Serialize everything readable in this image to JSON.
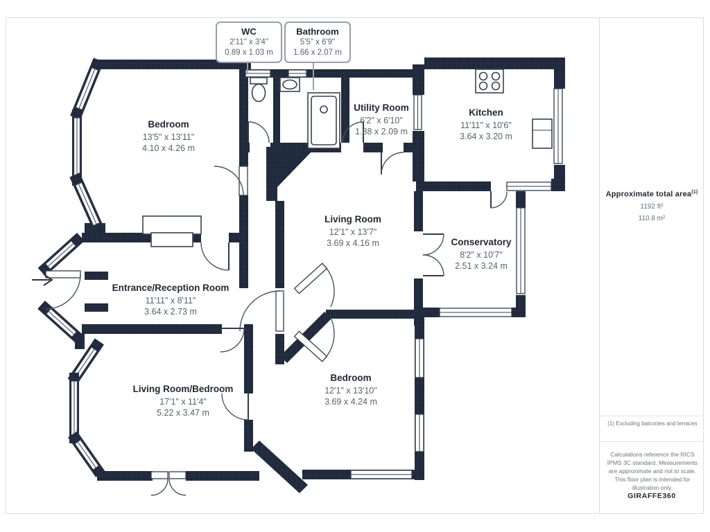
{
  "plan": {
    "callouts": [
      {
        "name": "WC",
        "imperial": "2'11\" x 3'4\"",
        "metric": "0.89 x 1.03 m"
      },
      {
        "name": "Bathroom",
        "imperial": "5'5\" x 6'9\"",
        "metric": "1.66 x 2.07 m"
      }
    ],
    "rooms": [
      {
        "name": "Bedroom",
        "imperial": "13'5\" x 13'11\"",
        "metric": "4.10 x 4.26 m"
      },
      {
        "name": "Utility Room",
        "imperial": "6'2\" x 6'10\"",
        "metric": "1.88 x 2.09 m"
      },
      {
        "name": "Kitchen",
        "imperial": "11'11\" x 10'6\"",
        "metric": "3.64 x 3.20 m"
      },
      {
        "name": "Living Room",
        "imperial": "12'1\" x 13'7\"",
        "metric": "3.69 x 4.16 m"
      },
      {
        "name": "Conservatory",
        "imperial": "8'2\" x 10'7\"",
        "metric": "2.51 x 3.24 m"
      },
      {
        "name": "Entrance/Reception Room",
        "imperial": "11'11\" x 8'11\"",
        "metric": "3.64 x 2.73 m"
      },
      {
        "name": "Living Room/Bedroom",
        "imperial": "17'1\" x 11'4\"",
        "metric": "5.22 x 3.47 m"
      },
      {
        "name": "Bedroom",
        "imperial": "12'1\" x 13'10\"",
        "metric": "3.69 x 4.24 m"
      }
    ]
  },
  "sidebar": {
    "area_title": "Approximate total area",
    "area_superscript": "(1)",
    "area_ft": "1192 ft²",
    "area_m": "110.8 m²",
    "footnote": "(1) Excluding balconies and terraces",
    "disclaimer": "Calculations reference the RICS IPMS 3C standard. Measurements are approximate and not to scale. This floor plan is intended for illustration only.",
    "brand_prefix": "GIRAFFE",
    "brand_suffix": "360"
  },
  "colors": {
    "wall": "#202A3D",
    "frame_line": "#dcdce2",
    "text_dark": "#232834",
    "text_muted": "#5a606b"
  }
}
